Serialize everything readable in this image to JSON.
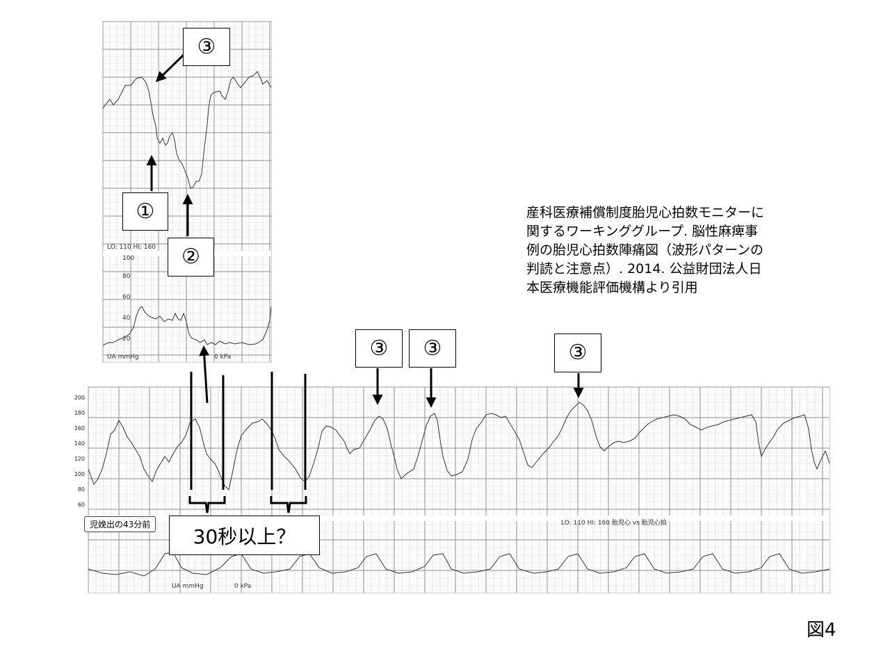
{
  "labels": {
    "circle1": "①",
    "circle2": "②",
    "circle3": "③"
  },
  "citation": "産科医療補償制度胎児心拍数モニターに\n関するワーキンググループ. 脳性麻痺事\n例の胎児心拍数陣痛図（波形パターンの\n判読と注意点）. 2014. 公益財団法人日\n本医療機能評価機構より引用",
  "annotation": "30秒以上？",
  "figure_label": "図4",
  "small_tag": "児娩出の43分前",
  "axis": {
    "fhr_ticks": [
      "200",
      "180",
      "160",
      "140",
      "120",
      "100",
      "80",
      "60"
    ],
    "inset_ua_ticks": [
      "100",
      "80",
      "60",
      "40",
      "20"
    ]
  },
  "strip_captions": {
    "inset_header": "LO: 110 HI: 160",
    "inset_ua": "UA mmHg",
    "inset_kpa": "0 kPa",
    "main_header": "LO: 110 HI: 160 胎児心 vs 胎児心拍",
    "main_ua": "UA mmHg",
    "main_kpa": "0 kPa"
  },
  "colors": {
    "trace": "#333333",
    "grid_minor": "#d9d9d9",
    "grid_major": "#8f8f8f"
  }
}
